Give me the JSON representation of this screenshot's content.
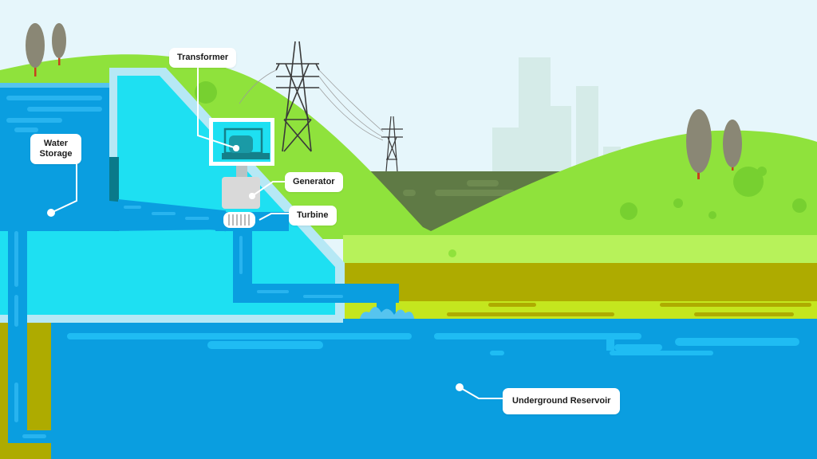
{
  "labels": {
    "water_storage": "Water Storage",
    "transformer": "Transformer",
    "generator": "Generator",
    "turbine": "Turbine",
    "underground_reservoir": "Underground Reservoir"
  },
  "colors": {
    "sky": "#e6f6fb",
    "water_dark": "#0a9ee0",
    "water_light": "#1ee0f2",
    "hill_green": "#8fe23c",
    "valley_olive": "#5f7a45",
    "ground_olive": "#aeab00",
    "bright_green": "#b7f25a",
    "city_skyline": "#d7ecea",
    "tree": "#8a8775",
    "trunk": "#c6411d"
  }
}
